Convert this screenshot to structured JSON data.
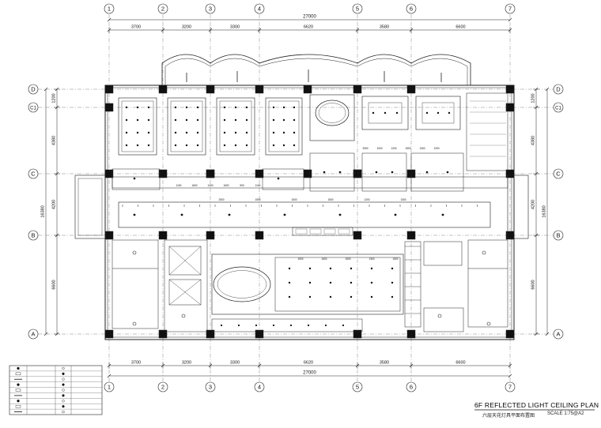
{
  "grid": {
    "columns": [
      "1",
      "2",
      "3",
      "4",
      "5",
      "6",
      "7"
    ],
    "rows": [
      "D",
      "C1",
      "C",
      "B",
      "A"
    ]
  },
  "dimensions": {
    "overall": "27000",
    "top_spans": [
      "3700",
      "3200",
      "3300",
      "6620",
      "3580",
      "6600"
    ],
    "bottom_spans": [
      "3700",
      "3200",
      "3300",
      "6620",
      "3580",
      "6600"
    ],
    "left_spans": [
      "1200",
      "4380",
      "4200",
      "6600"
    ],
    "right_spans": [
      "1200",
      "4380",
      "4200",
      "6600"
    ],
    "left_total": "16380",
    "right_total": "16380"
  },
  "room_dims": {
    "ceiling_center": [
      "2900",
      "1000",
      "1200",
      "1500",
      "1300",
      "1200"
    ],
    "corridor": [
      "2500",
      "1500",
      "1500",
      "1500",
      "1200",
      "1300"
    ],
    "lower": [
      "1500",
      "1600",
      "1500",
      "1300",
      "1500"
    ],
    "side": [
      "1100",
      "1600",
      "1200",
      "1600",
      "900",
      "1100"
    ]
  },
  "legend": {
    "rows": [
      "",
      "",
      "",
      "",
      "",
      "",
      "",
      "",
      ""
    ]
  },
  "title": {
    "main": "6F REFLECTED LIGHT CEILING PLAN",
    "cn": "六层天花灯具平面布置图",
    "scale": "SCALE 1:75@A2"
  }
}
